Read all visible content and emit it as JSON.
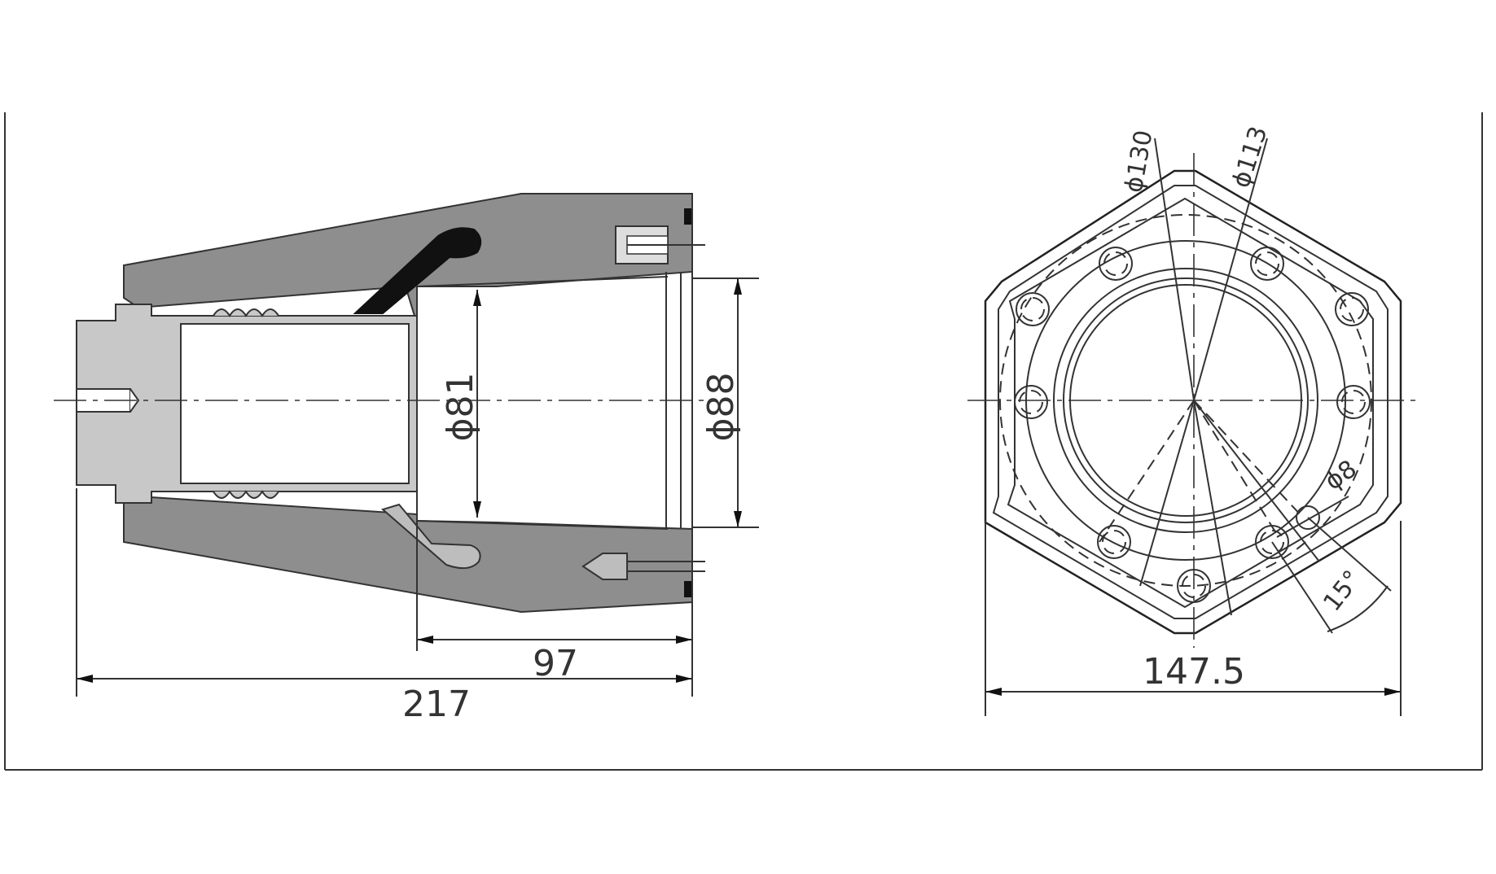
{
  "drawing": {
    "side_view": {
      "dimensions": {
        "bore_diameter": "ϕ81",
        "outer_diameter": "ϕ88",
        "cone_length": "97",
        "total_length": "217"
      }
    },
    "end_view": {
      "dimensions": {
        "bolt_circle_outer": "ϕ130",
        "bolt_circle_inner": "ϕ113",
        "hole_diameter": "ϕ8",
        "angle": "15°",
        "across_flats": "147.5"
      }
    }
  }
}
